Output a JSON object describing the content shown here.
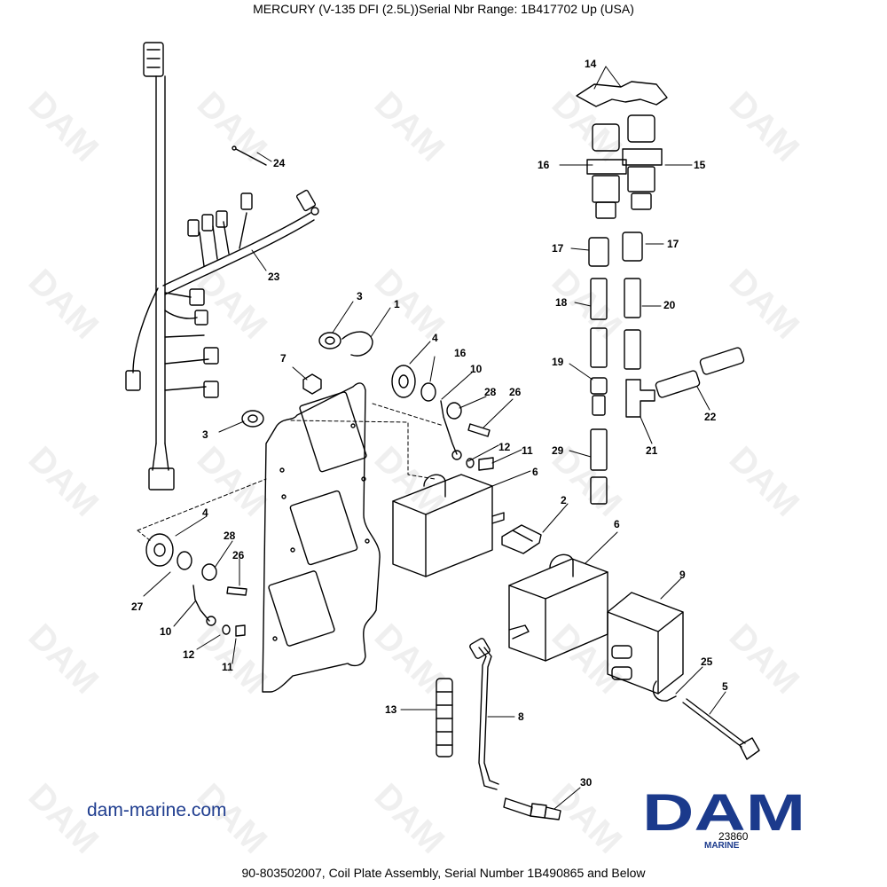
{
  "header": {
    "title": "MERCURY (V-135 DFI (2.5L))Serial Nbr Range: 1B417702  Up (USA)"
  },
  "footer": {
    "caption": "90-803502007, Coil Plate Assembly, Serial Number 1B490865 and Below"
  },
  "branding": {
    "site": "dam-marine.com",
    "logo_text": "DAM",
    "logo_subtext": "MARINE",
    "watermark_text": "DAM",
    "colors": {
      "logo_blue": "#1b3a8c",
      "site_blue": "#1f3d8f"
    }
  },
  "diagram": {
    "figure_number": "23860",
    "callouts": [
      "14",
      "16",
      "15",
      "17",
      "17",
      "18",
      "20",
      "19",
      "21",
      "22",
      "29",
      "1",
      "3",
      "3",
      "4",
      "16",
      "10",
      "28",
      "26",
      "12",
      "11",
      "6",
      "6",
      "2",
      "9",
      "24",
      "23",
      "4",
      "28",
      "26",
      "27",
      "10",
      "12",
      "11",
      "13",
      "8",
      "25",
      "5",
      "30",
      "7"
    ]
  }
}
